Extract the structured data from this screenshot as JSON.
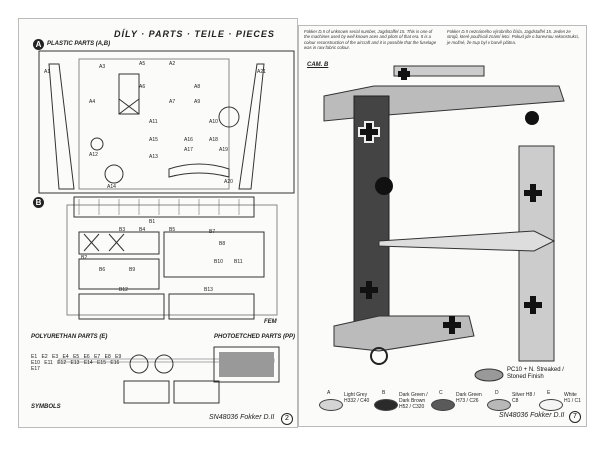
{
  "left_page": {
    "header": "DÍLY · PARTS · TEILE · PIECES",
    "section_a": {
      "badge": "A",
      "title": "PLASTIC PARTS (A,B)"
    },
    "section_b": {
      "badge": "B"
    },
    "a_parts": [
      "A1",
      "A2",
      "A3",
      "A4",
      "A5",
      "A6",
      "A7",
      "A8",
      "A9",
      "A10",
      "A11",
      "A12",
      "A13",
      "A14",
      "A15",
      "A16",
      "A17",
      "A18",
      "A19",
      "A20",
      "A21"
    ],
    "b_parts": [
      "B1",
      "B2",
      "B3",
      "B4",
      "B5",
      "B6",
      "B7",
      "B8",
      "B9",
      "B10",
      "B11",
      "B12",
      "B13"
    ],
    "fem_label": "FEM",
    "polyurethane": {
      "title": "POLYURETHAN PARTS (E)",
      "parts": [
        "E1",
        "E2",
        "E3",
        "E4",
        "E5",
        "E6",
        "E7",
        "E8",
        "E9",
        "E10",
        "E11",
        "E12",
        "E13",
        "E14 E15",
        "E16",
        "E17"
      ]
    },
    "photoetched": {
      "title": "PHOTOETCHED PARTS (PP)"
    },
    "symbols_title": "SYMBOLS",
    "footer": "SN48036 Fokker D.II",
    "page_number": "2"
  },
  "right_page": {
    "intro_en": "Fokker D.II of unknown serial number, Jagdstaffel 15. This is one of the machines used by well known aces and pilots of that era. It is a colour reconstruction of the aircraft and it is possible that the fuselage was in raw fabric colour.",
    "intro_cz": "Fokker D.II neznámého výrobního čísla, Jagdstaffel 15. Jeden ze strojů, které používali známí letci. Pokud jde o barevnou rekonstrukci, je možné, že trup byl v barvě plátna.",
    "camo_label": "CAM. B",
    "dope_note": "PC10 + N. Streaked / Stoned Finish",
    "colors": [
      {
        "code": "A",
        "name": "Light Grey",
        "ref": "H332 / C40",
        "hex": "#d4d4d4"
      },
      {
        "code": "B",
        "name": "Dark Green / Dark Brown",
        "ref": "H52 / C320",
        "hex": "#2a2a2a"
      },
      {
        "code": "C",
        "name": "Dark Green",
        "ref": "H73 / C26",
        "hex": "#5a5a5a"
      },
      {
        "code": "D",
        "name": "Silver",
        "ref": "H8 / C8",
        "hex": "#b8b8b8"
      },
      {
        "code": "E",
        "name": "White",
        "ref": "H1 / C1",
        "hex": "#f4f4f4"
      }
    ],
    "footer": "SN48036 Fokker D.II",
    "page_number": "7"
  }
}
